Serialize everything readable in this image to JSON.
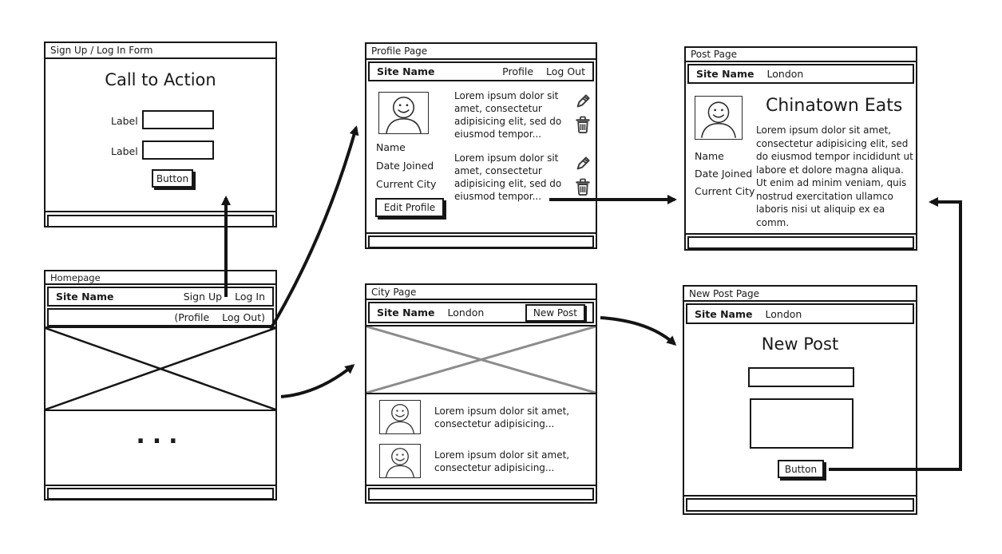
{
  "colors": {
    "ink": "#161616",
    "icon_gray": "#3d3d3d",
    "placeholder_x_gray": "#8c8c8c"
  },
  "signup": {
    "title": "Sign Up / Log In Form",
    "heading": "Call to Action",
    "field1_label": "Label",
    "field2_label": "Label",
    "button": "Button"
  },
  "homepage": {
    "title": "Homepage",
    "site_name": "Site Name",
    "link_signup": "Sign Up",
    "link_login": "Log In",
    "link_profile": "(Profile",
    "link_logout": "Log Out)",
    "ellipsis": "..."
  },
  "profile": {
    "title": "Profile Page",
    "site_name": "Site Name",
    "link_profile": "Profile",
    "link_logout": "Log Out",
    "post1_text": "Lorem ipsum dolor sit amet, consectetur adipisicing elit, sed do eiusmod tempor...",
    "post2_text": "Lorem ipsum dolor sit amet, consectetur adipisicing elit, sed do eiusmod tempor...",
    "label_name": "Name",
    "label_date_joined": "Date Joined",
    "label_current_city": "Current City",
    "edit_button": "Edit Profile"
  },
  "city": {
    "title": "City Page",
    "site_name": "Site Name",
    "city_name": "London",
    "new_post_button": "New Post",
    "item1_text": "Lorem ipsum dolor sit amet, consectetur adipisicing...",
    "item2_text": "Lorem ipsum dolor sit amet, consectetur adipisicing..."
  },
  "post": {
    "title": "Post Page",
    "site_name": "Site Name",
    "city_name": "London",
    "post_title": "Chinatown Eats",
    "body": "Lorem ipsum dolor sit amet, consectetur adipisicing elit, sed do eiusmod tempor incididunt ut labore et dolore magna aliqua. Ut enim ad minim veniam, quis nostrud exercitation ullamco laboris nisi ut aliquip ex ea comm.",
    "label_name": "Name",
    "label_date_joined": "Date Joined",
    "label_current_city": "Current City"
  },
  "newpost": {
    "title": "New Post Page",
    "site_name": "Site Name",
    "city_name": "London",
    "heading": "New Post",
    "button": "Button"
  },
  "icons": {
    "edit": "pencil",
    "delete": "trash",
    "avatar": "person",
    "image_placeholder": "crossed-box"
  }
}
